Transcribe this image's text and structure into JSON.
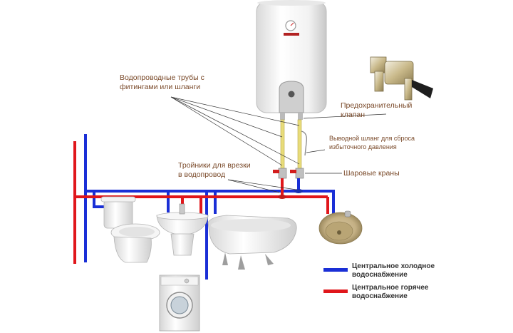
{
  "labels": {
    "pipes": [
      "Водопроводные трубы с",
      "фитингами или шланги"
    ],
    "valve": [
      "Предохранительный",
      "клапан"
    ],
    "hose": [
      "Выводной шланг для сброса",
      "избыточного давления"
    ],
    "tees": [
      "Тройники для врезки",
      "в водопровод"
    ],
    "ball_valves": "Шаровые краны"
  },
  "legend": {
    "cold": {
      "lines": [
        "Центральное холодное",
        "водоснабжение"
      ],
      "color": "#1a2fd6"
    },
    "hot": {
      "lines": [
        "Центральное горячее",
        "водоснабжение"
      ],
      "color": "#e0161b"
    }
  },
  "colors": {
    "cold_pipe": "#1a2fd6",
    "hot_pipe": "#e0161b",
    "label_text": "#7a4a2a",
    "leader_line": "#333333",
    "flex_hose": "#e8dc7a"
  },
  "icons": [
    "water-heater-icon",
    "safety-valve-icon",
    "toilet-icon",
    "washbasin-icon",
    "bathtub-icon",
    "kitchen-sink-icon",
    "washing-machine-icon",
    "ball-valve-icon"
  ]
}
